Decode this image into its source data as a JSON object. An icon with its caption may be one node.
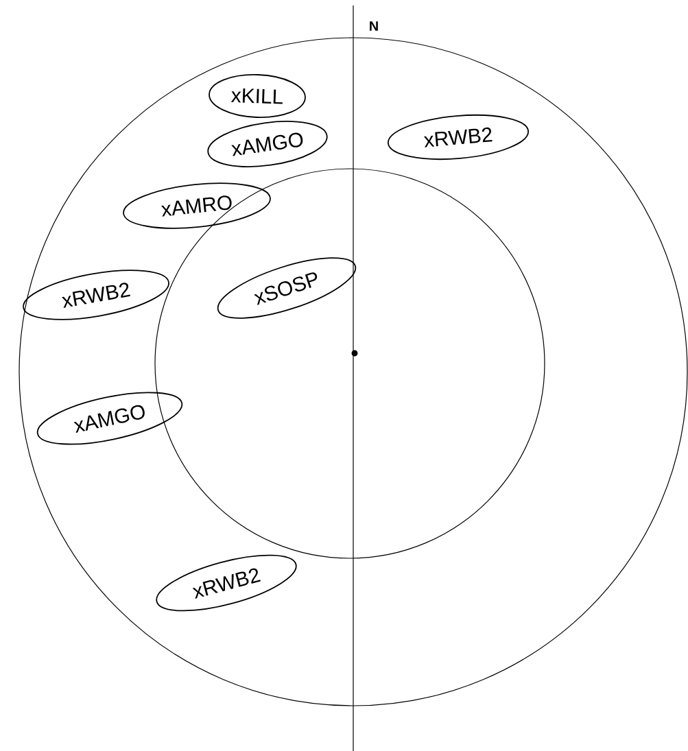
{
  "diagram": {
    "nodes": [
      {
        "text": [
          "xKILL"
        ]
      },
      {
        "text": [
          "xRWB2"
        ]
      },
      {
        "text": [
          "xAMGO"
        ]
      },
      {
        "text": [
          "xAMRO"
        ]
      },
      {
        "text": [
          "xRWB2"
        ]
      },
      {
        "text": [
          "xSOSP"
        ]
      },
      {
        "text": [
          "xAMGO"
        ]
      },
      {
        "text": [
          "xRWB2"
        ]
      }
    ],
    "edges": [],
    "labels": [
      "N"
    ]
  }
}
